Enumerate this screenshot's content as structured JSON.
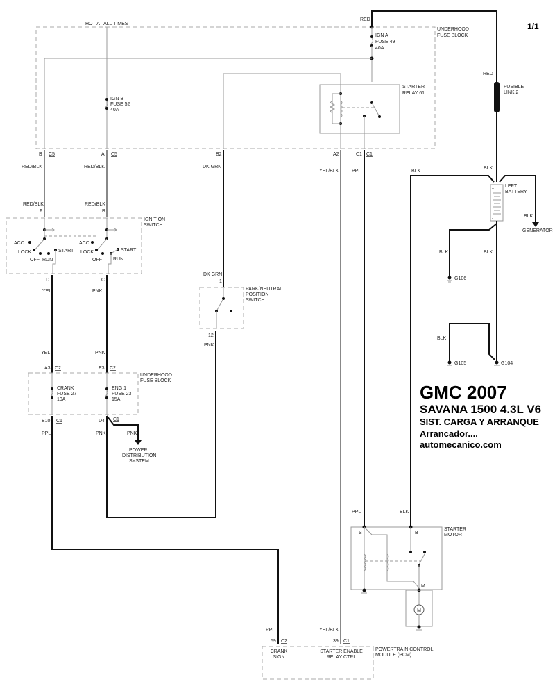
{
  "page_number": "1/1",
  "title": {
    "make_year": "GMC 2007",
    "model": "SAVANA 1500  4.3L  V6",
    "system": "SIST. CARGA Y ARRANQUE",
    "subtitle": "Arrancador....",
    "website": "automecanico.com"
  },
  "underhood_fuse_block_top": {
    "label_line1": "UNDERHOOD",
    "label_line2": "FUSE BLOCK",
    "hot_label": "HOT AT ALL TIMES",
    "fuse_ign_a": [
      "IGN A",
      "FUSE 49",
      "40A"
    ],
    "fuse_ign_b": [
      "IGN B",
      "FUSE 52",
      "40A"
    ],
    "starter_relay": [
      "STARTER",
      "RELAY 61"
    ],
    "connectors": [
      {
        "pin": "B",
        "conn": "C5"
      },
      {
        "pin": "A",
        "conn": "C5"
      },
      {
        "pin": "B2",
        "conn": ""
      },
      {
        "pin": "A2",
        "conn": ""
      },
      {
        "pin": "C1",
        "conn": "C1"
      }
    ]
  },
  "wires": {
    "red_top": "RED",
    "red_fusible": "RED",
    "red_blk_1a": "RED/BLK",
    "red_blk_1b": "RED/BLK",
    "red_blk_2a": "RED/BLK",
    "red_blk_2b": "RED/BLK",
    "dk_grn_a": "DK GRN",
    "dk_grn_b": "DK GRN",
    "yel_blk_a": "YEL/BLK",
    "yel_blk_b": "YEL/BLK",
    "ppl_a": "PPL",
    "ppl_b": "PPL",
    "ppl_c": "PPL",
    "ppl_d": "PPL",
    "blk_bat_top": "BLK",
    "blk_starter_feed": "BLK",
    "blk_starter": "BLK",
    "blk_gen": "BLK",
    "blk_g106": "BLK",
    "blk_g104": "BLK",
    "blk_g105": "BLK",
    "yel_a": "YEL",
    "yel_b": "YEL",
    "pnk_a": "PNK",
    "pnk_b": "PNK",
    "pnk_c": "PNK",
    "pnk_d": "PNK",
    "pnk_pns": "PNK"
  },
  "fusible_link": [
    "FUSIBLE",
    "LINK 2"
  ],
  "battery": [
    "LEFT",
    "BATTERY"
  ],
  "generator": "GENERATOR",
  "grounds": [
    "G106",
    "G105",
    "G104"
  ],
  "ignition_switch": {
    "label": [
      "IGNITION",
      "SWITCH"
    ],
    "in_pins": [
      "F",
      "B"
    ],
    "out_pins": [
      "D",
      "C"
    ],
    "positions": {
      "acc": "ACC",
      "lock": "LOCK",
      "off": "OFF",
      "run": "RUN",
      "start": "START"
    }
  },
  "pn_switch": {
    "label": [
      "PARK/NEUTRAL",
      "POSITION",
      "SWITCH"
    ],
    "pin_in": "1",
    "pin_out": "12"
  },
  "underhood_fuse_block_bottom": {
    "label_line1": "UNDERHOOD",
    "label_line2": "FUSE BLOCK",
    "fuse_crank": [
      "CRANK",
      "FUSE 27",
      "10A"
    ],
    "fuse_eng1": [
      "ENG 1",
      "FUSE 23",
      "15A"
    ],
    "in_connectors": [
      {
        "pin": "A3",
        "conn": "C2"
      },
      {
        "pin": "E3",
        "conn": "C2"
      }
    ],
    "out_connectors": [
      {
        "pin": "B10",
        "conn": "C1"
      },
      {
        "pin": "D4",
        "conn": "C1"
      }
    ]
  },
  "power_distribution": [
    "POWER",
    "DISTRIBUTION",
    "SYSTEM"
  ],
  "starter_motor": {
    "label": [
      "STARTER",
      "MOTOR"
    ],
    "terminal_s": "S",
    "terminal_b": "B",
    "terminal_m": "M",
    "motor_symbol": "M"
  },
  "pcm": {
    "label": [
      "POWERTRAIN CONTROL",
      "MODULE (PCM)"
    ],
    "pin_crank": {
      "pin": "59",
      "conn": "C2"
    },
    "pin_starter": {
      "pin": "39",
      "conn": "C1"
    },
    "crank_label": [
      "CRANK",
      "SIGN"
    ],
    "starter_label": [
      "STARTER ENABLE",
      "RELAY CTRL"
    ]
  }
}
